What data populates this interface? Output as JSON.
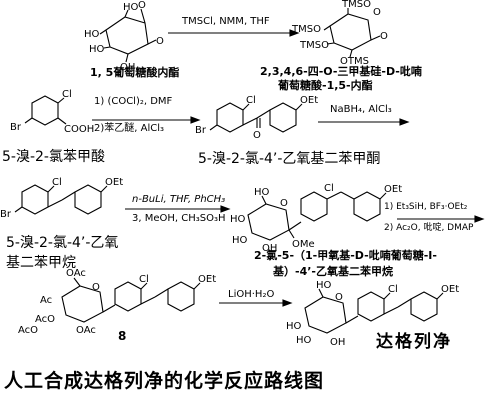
{
  "steps": {
    "s1": "TMSCl, NMM, THF",
    "s2": "NaBH₄, AlCl₃",
    "s3a": "1) (COCl)₂, DMF",
    "s3b": "2)苯乙醚, AlCl₃",
    "s4a": "n-BuLi, THF, PhCH₃",
    "s4b": "3, MeOH, CH₃SO₃H",
    "s5a": "1) Et₃SiH, BF₃·OEt₂",
    "s5b": "2) Ac₂O, 吡啶, DMAP",
    "s6": "LiOH·H₂O"
  },
  "names": {
    "c1": "1, 5葡萄糖酸内酯",
    "c3_line1": "2,3,4,6-四-O-三甲基硅-D-吡喃",
    "c3_line2": "葡萄糖酸-1,5-内酯",
    "acid": "5-溴-2-氯苯甲酸",
    "ketone": "5-溴-2-氯-4’-乙氧基二苯甲酮",
    "alkane_line1": "5-溴-2-氯-4’-乙氧",
    "alkane_line2": "基二苯甲烷",
    "ketal_line1": "2-氯-5-（1-甲氧基-D-吡喃葡萄糖-I-",
    "ketal_line2": "基）-4’-乙氧基二苯甲烷",
    "c8": "8",
    "product": "达格列净"
  },
  "atoms": {
    "HO": "HO",
    "OH": "OH",
    "O": "O",
    "Cl": "Cl",
    "Br": "Br",
    "OEt": "OEt",
    "COOH": "COOH",
    "TMSO": "TMSO",
    "OTMS": "OTMS",
    "OMe": "OMe",
    "Ac": "Ac",
    "AcO": "AcO",
    "OAc": "OAc"
  },
  "title": "人工合成达格列净的化学反应路线图"
}
